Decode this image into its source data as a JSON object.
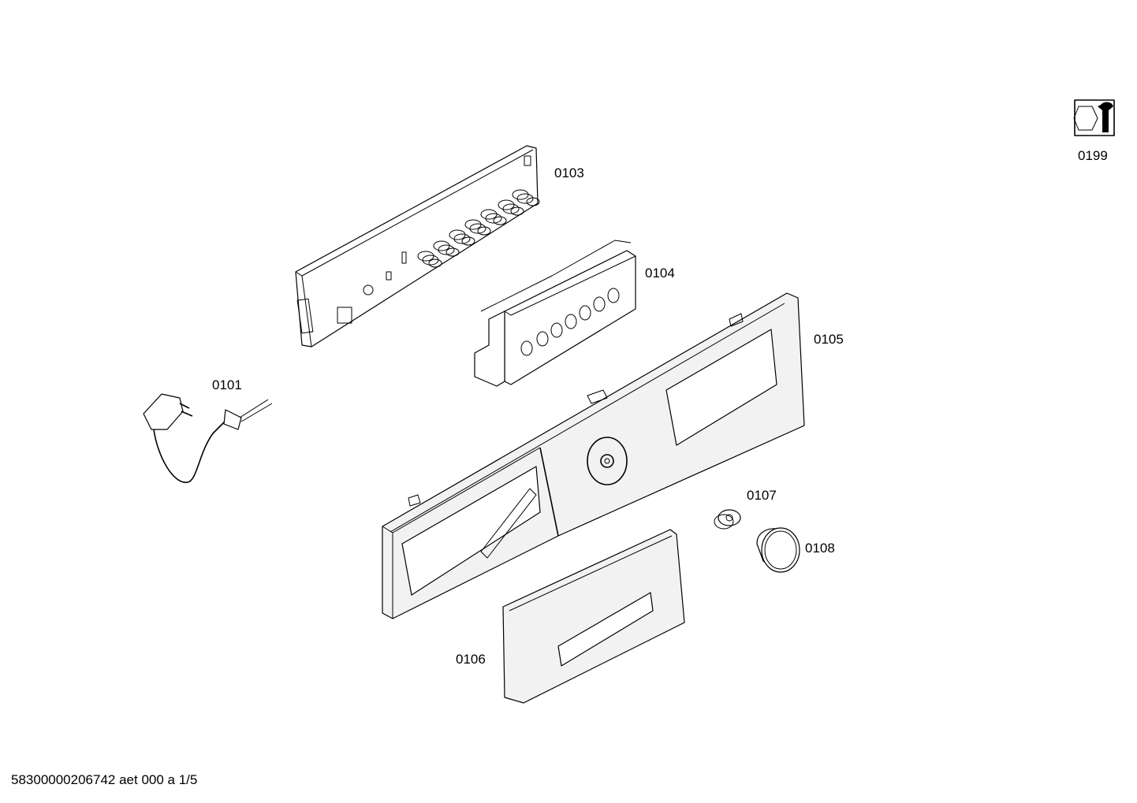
{
  "parts": [
    {
      "id": "0101",
      "name": "power-cord"
    },
    {
      "id": "0103",
      "name": "control-board"
    },
    {
      "id": "0104",
      "name": "button-carrier"
    },
    {
      "id": "0105",
      "name": "control-panel-fascia"
    },
    {
      "id": "0106",
      "name": "dispenser-drawer-handle"
    },
    {
      "id": "0107",
      "name": "knob-adapter"
    },
    {
      "id": "0108",
      "name": "selector-knob"
    },
    {
      "id": "0199",
      "name": "service-tool"
    }
  ],
  "footer": "58300000206742 aet 000 a 1/5"
}
